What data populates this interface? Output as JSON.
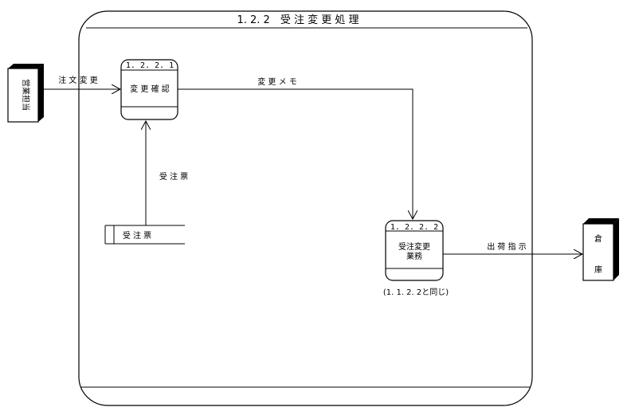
{
  "process_frame": {
    "title": "1. 2. 2　受 注 変 更 処 理"
  },
  "processes": [
    {
      "id": "1. 2. 2. 1",
      "label": "変 更 確 認"
    },
    {
      "id": "1. 2. 2. 2",
      "label_line1": "受注変更",
      "label_line2": "業務",
      "note": "(1. 1. 2. 2と同じ)"
    }
  ],
  "external_entities": [
    {
      "label": "営業担当"
    },
    {
      "label_line1": "倉",
      "label_line2": "庫"
    }
  ],
  "data_store": {
    "label": "受 注 票"
  },
  "flows": [
    {
      "label": "注 文 変 更"
    },
    {
      "label": "変 更 メ モ"
    },
    {
      "label": "受 注 票"
    },
    {
      "label": "出 荷 指 示"
    }
  ],
  "colors": {
    "line": "#000000",
    "background": "#ffffff"
  }
}
